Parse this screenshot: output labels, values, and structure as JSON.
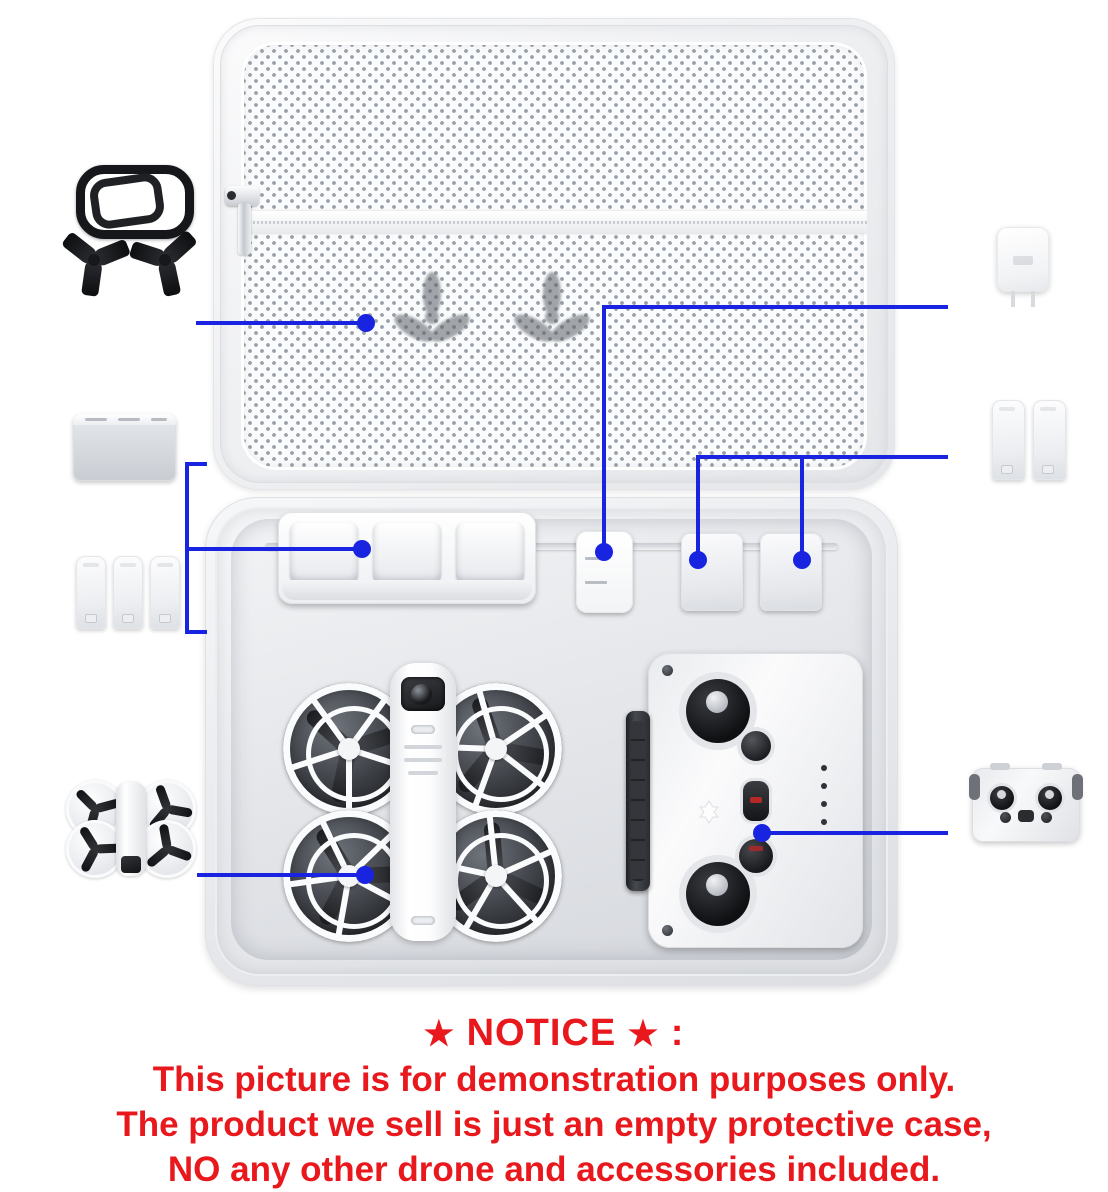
{
  "product": {
    "type": "carrying-case-product-photo",
    "case": {
      "lid_label": "mesh accessory pocket lid",
      "zipper_label": "mesh pocket zipper",
      "bottom_label": "hard shell case bottom with foam cutouts"
    },
    "callout_color": "#1824e0",
    "items_in_case": [
      {
        "id": "propellers-mesh",
        "label": "spare propellers in mesh pocket"
      },
      {
        "id": "charging-hub",
        "label": "three-slot battery charging hub"
      },
      {
        "id": "wall-charger",
        "label": "USB wall charger"
      },
      {
        "id": "battery-1",
        "label": "intelligent flight battery"
      },
      {
        "id": "battery-2",
        "label": "intelligent flight battery"
      },
      {
        "id": "drone",
        "label": "drone with propeller guards"
      },
      {
        "id": "remote",
        "label": "remote controller"
      }
    ],
    "accessories_left": [
      {
        "id": "usb-cable",
        "label": "USB-C charging cable"
      },
      {
        "id": "propeller-pair",
        "label": "pair of spare propellers"
      },
      {
        "id": "charging-hub-acc",
        "label": "battery charging hub"
      },
      {
        "id": "battery-trio",
        "label": "three flight batteries"
      },
      {
        "id": "drone-acc",
        "label": "drone top view"
      }
    ],
    "accessories_right": [
      {
        "id": "wall-charger-acc",
        "label": "wall charger with folding prongs"
      },
      {
        "id": "battery-pair-acc",
        "label": "two flight batteries"
      },
      {
        "id": "remote-acc",
        "label": "remote controller"
      }
    ]
  },
  "notice": {
    "star_left": "★",
    "star_right": "★",
    "title": "NOTICE",
    "colon": ":",
    "line1": "This picture is for demonstration purposes only.",
    "line2": "The product we sell is just an empty protective case,",
    "line3": "NO any other drone and accessories included.",
    "color": "#e8181c"
  }
}
